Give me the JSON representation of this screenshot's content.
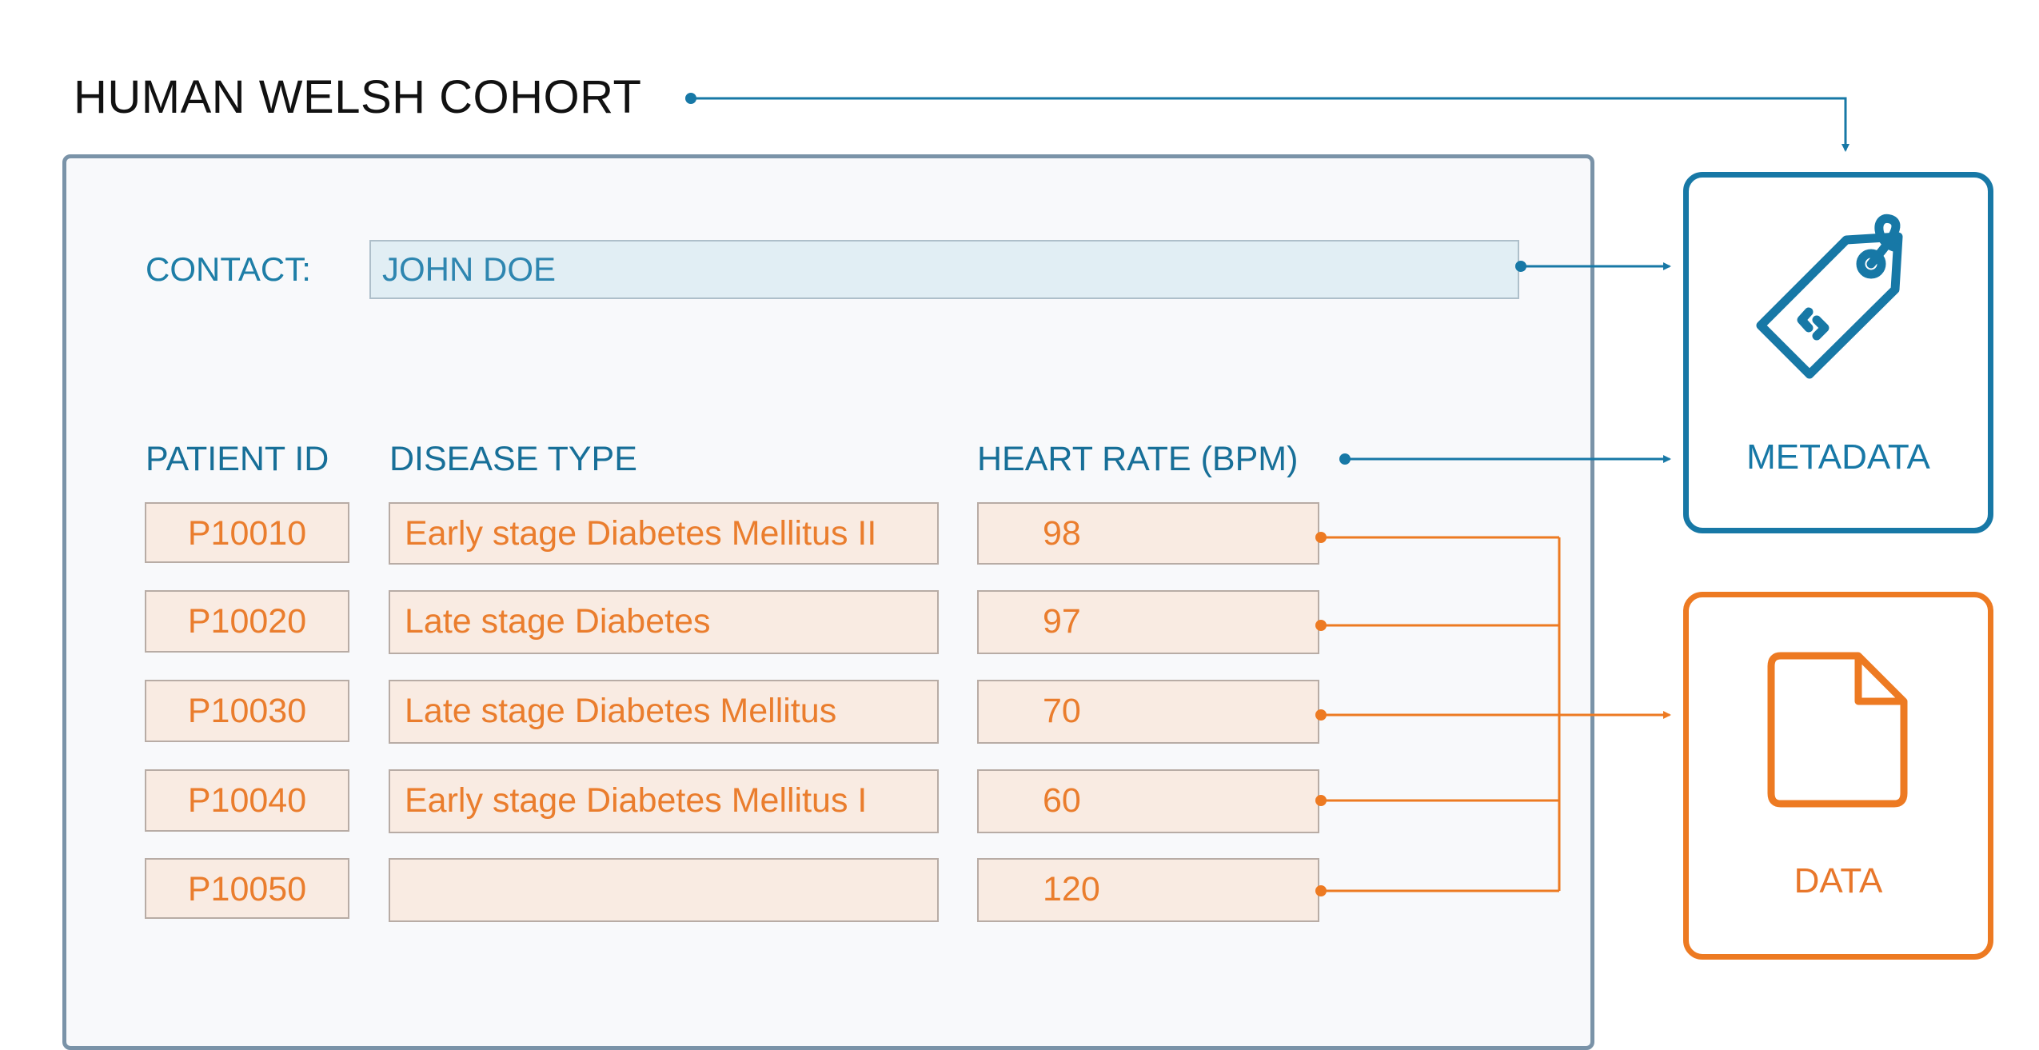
{
  "title": "HUMAN WELSH COHORT",
  "contact": {
    "label": "CONTACT:",
    "value": "JOHN DOE"
  },
  "table": {
    "headers": {
      "patient_id": "PATIENT ID",
      "disease_type": "DISEASE TYPE",
      "heart_rate": "HEART RATE (BPM)"
    },
    "rows": [
      {
        "patient_id": "P10010",
        "disease_type": "Early stage Diabetes Mellitus II",
        "heart_rate": "98"
      },
      {
        "patient_id": "P10020",
        "disease_type": "Late stage Diabetes",
        "heart_rate": "97"
      },
      {
        "patient_id": "P10030",
        "disease_type": "Late stage Diabetes Mellitus",
        "heart_rate": "70"
      },
      {
        "patient_id": "P10040",
        "disease_type": "Early stage Diabetes Mellitus I",
        "heart_rate": "60"
      },
      {
        "patient_id": "P10050",
        "disease_type": "",
        "heart_rate": "120"
      }
    ]
  },
  "cards": {
    "metadata": {
      "label": "METADATA",
      "icon": "tag-icon"
    },
    "data": {
      "label": "DATA",
      "icon": "document-icon"
    }
  },
  "colors": {
    "metadata": "#1778a6",
    "data": "#ed7a22",
    "panel_border": "#7a93a8"
  }
}
